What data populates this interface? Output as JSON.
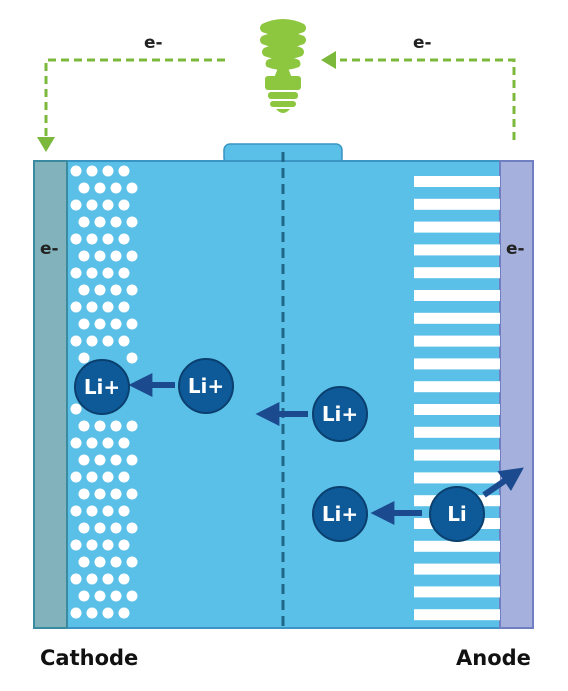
{
  "diagram": {
    "electron_flow": {
      "left_label": "e-",
      "right_label": "e-"
    },
    "electrodes": {
      "cathode": {
        "label": "Cathode",
        "electron_label": "e-"
      },
      "anode": {
        "label": "Anode",
        "electron_label": "e-"
      }
    },
    "particles": {
      "ion_at_cathode": "Li+",
      "ion_near_cathode": "Li+",
      "ion_center": "Li+",
      "ion_from_anode": "Li+",
      "lithium_atom": "Li"
    },
    "colors": {
      "electrolyte": "#5bc0e8",
      "cathode_collector": "#82b3bd",
      "anode_collector": "#a5b1dc",
      "ion": "#0e5a99",
      "arrow": "#1c4a8f",
      "wire": "#7cb83c",
      "bulb": "#8dc63f",
      "separator": "#1f6688"
    },
    "icons": {
      "bulb": "light-bulb-icon"
    }
  }
}
